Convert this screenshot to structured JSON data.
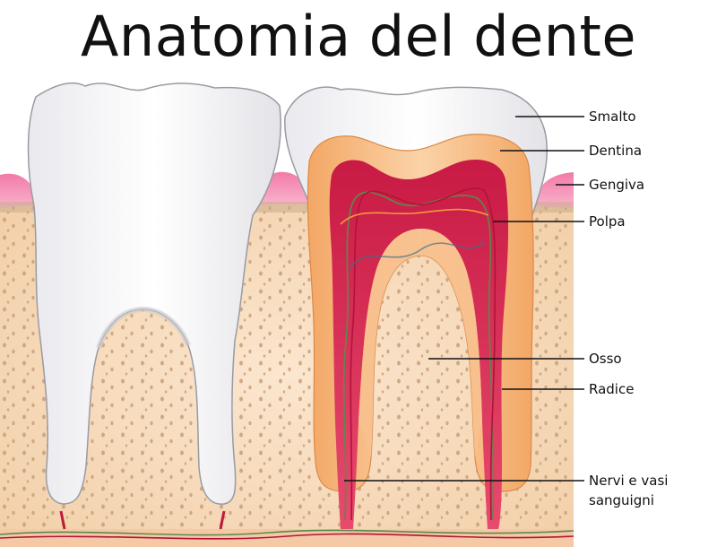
{
  "title": "Anatomia del dente",
  "labels": {
    "enamel": "Smalto",
    "dentin": "Dentina",
    "gum": "Gengiva",
    "pulp": "Polpa",
    "bone": "Osso",
    "root": "Radice",
    "nerves_line1": "Nervi e vasi",
    "nerves_line2": "sanguigni"
  },
  "colors": {
    "bone": "#f7dcc0",
    "gum": "#f48cb4",
    "gum_edge": "#b9a48a",
    "enamel": "#ffffff",
    "dentin": "#f5b27a",
    "pulp": "#d9264e",
    "nerve_green": "#5a8a4a",
    "nerve_red": "#c0193a"
  }
}
